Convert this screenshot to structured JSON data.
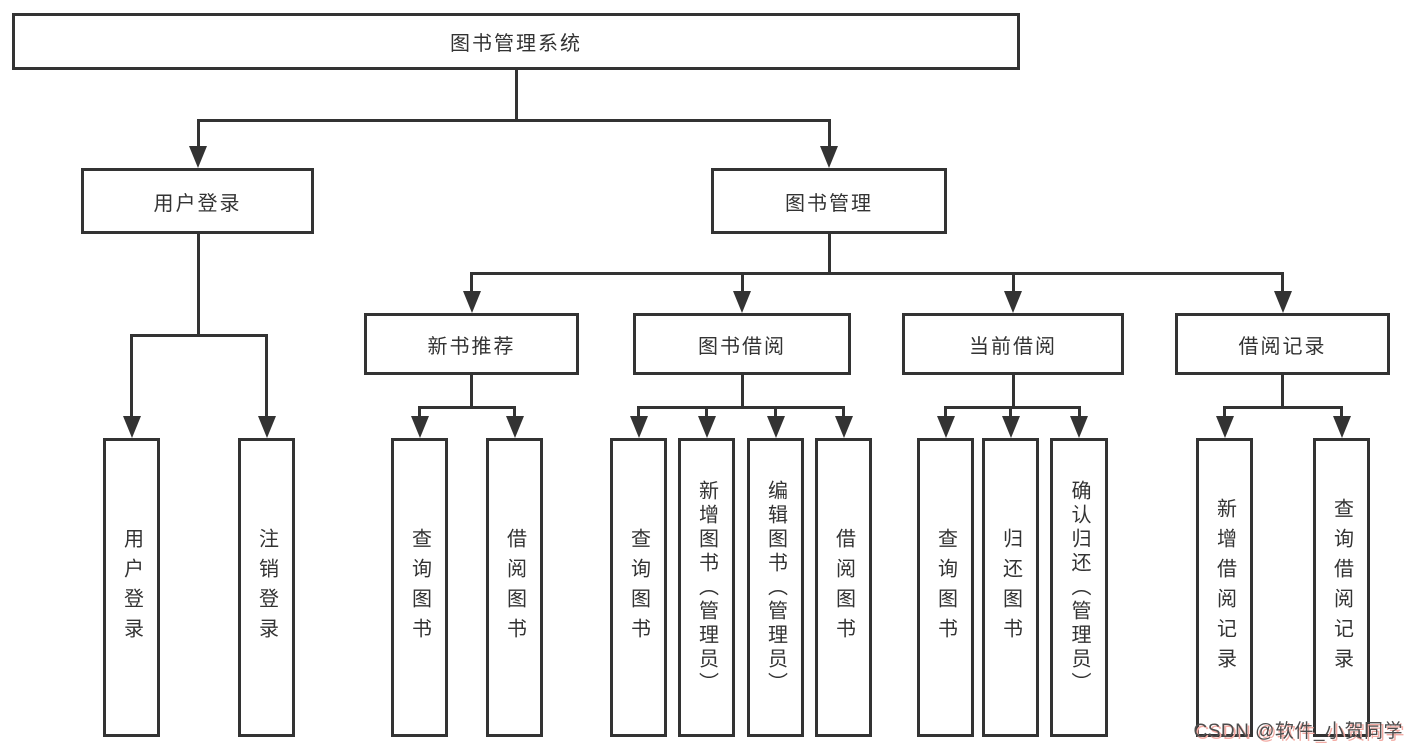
{
  "tree": {
    "root": "图书管理系统",
    "branches": [
      {
        "label": "用户登录",
        "children": [
          "用户登录",
          "注销登录"
        ]
      },
      {
        "label": "图书管理",
        "groups": [
          {
            "label": "新书推荐",
            "children": [
              "查询图书",
              "借阅图书"
            ]
          },
          {
            "label": "图书借阅",
            "children": [
              "查询图书",
              "新增图书（管理员）",
              "编辑图书（管理员）",
              "借阅图书"
            ]
          },
          {
            "label": "当前借阅",
            "children": [
              "查询图书",
              "归还图书",
              "确认归还（管理员）"
            ]
          },
          {
            "label": "借阅记录",
            "children": [
              "新增借阅记录",
              "查询借阅记录"
            ]
          }
        ]
      }
    ]
  },
  "watermark": {
    "text": "CSDN @软件_小贺同学"
  },
  "colors": {
    "background": "#ffffff",
    "line": "#333333",
    "text": "#333333",
    "watermark_text": "#4d4d4d",
    "watermark_shadow": "#f3aca5"
  }
}
